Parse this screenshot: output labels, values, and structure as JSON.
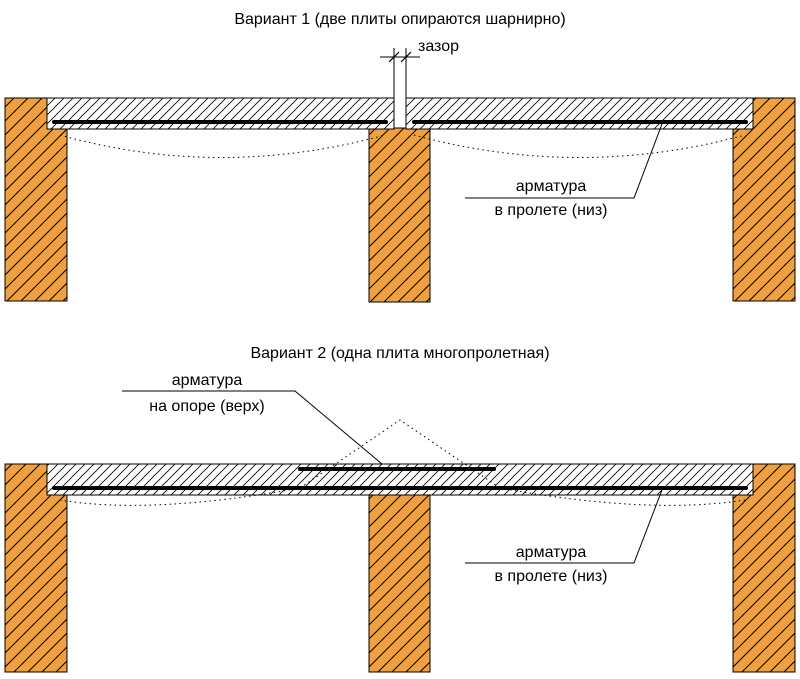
{
  "colors": {
    "column_fill": "#F0A040",
    "slab_fill": "#ffffff",
    "hatch_stroke": "#000000",
    "rebar": "#000000",
    "deflection": "#000000"
  },
  "variant1": {
    "title": "Вариант 1 (две плиты опираются шарнирно)",
    "gap_label": "зазор",
    "bottom_rebar_label_line1": "арматура",
    "bottom_rebar_label_line2": "в пролете (низ)"
  },
  "variant2": {
    "title": "Вариант 2 (одна плита многопролетная)",
    "top_rebar_label_line1": "арматура",
    "top_rebar_label_line2": "на опоре (верх)",
    "bottom_rebar_label_line1": "арматура",
    "bottom_rebar_label_line2": "в пролете (низ)"
  }
}
